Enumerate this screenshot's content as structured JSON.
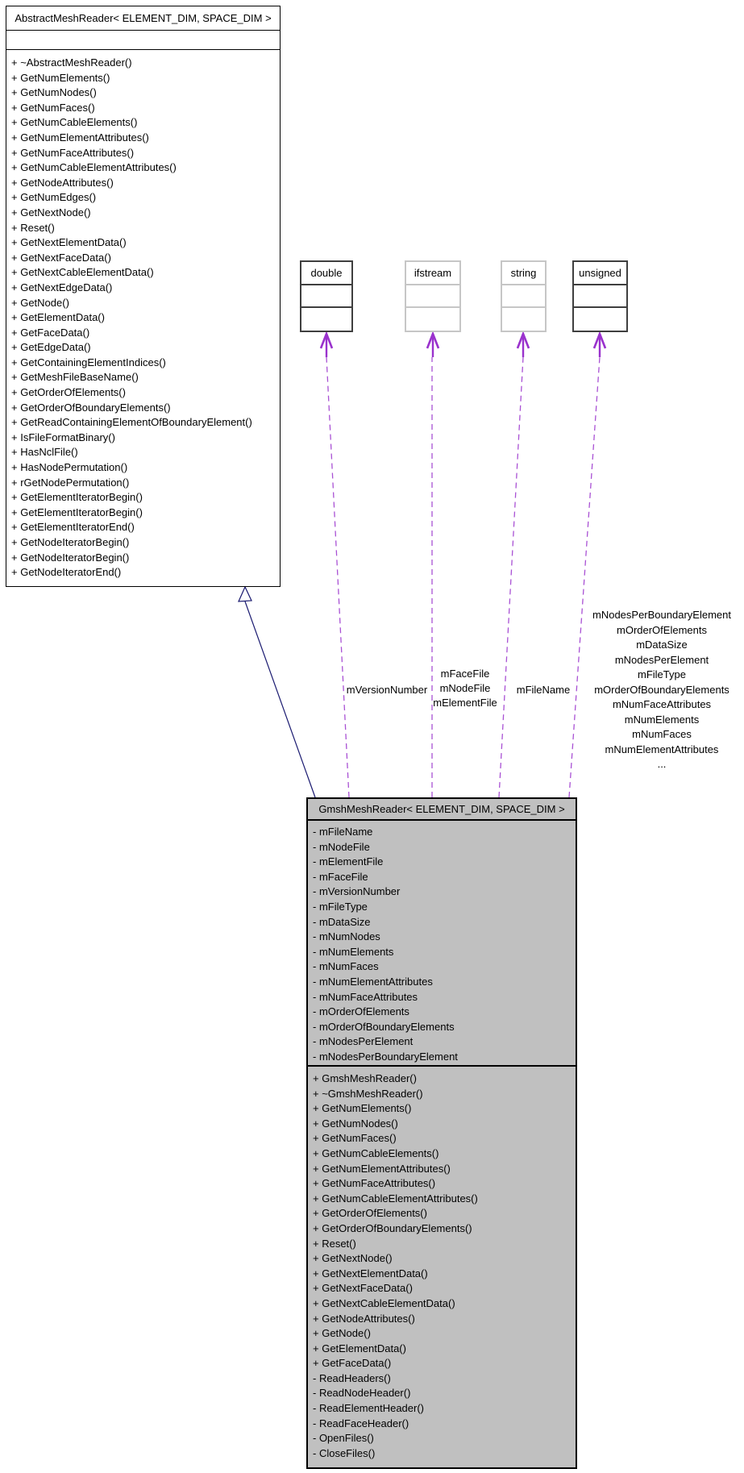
{
  "diagram": {
    "abstract_reader": {
      "title": "AbstractMeshReader< ELEMENT_DIM, SPACE_DIM >",
      "methods": [
        "+ ~AbstractMeshReader()",
        "+ GetNumElements()",
        "+ GetNumNodes()",
        "+ GetNumFaces()",
        "+ GetNumCableElements()",
        "+ GetNumElementAttributes()",
        "+ GetNumFaceAttributes()",
        "+ GetNumCableElementAttributes()",
        "+ GetNodeAttributes()",
        "+ GetNumEdges()",
        "+ GetNextNode()",
        "+ Reset()",
        "+ GetNextElementData()",
        "+ GetNextFaceData()",
        "+ GetNextCableElementData()",
        "+ GetNextEdgeData()",
        "+ GetNode()",
        "+ GetElementData()",
        "+ GetFaceData()",
        "+ GetEdgeData()",
        "+ GetContainingElementIndices()",
        "+ GetMeshFileBaseName()",
        "+ GetOrderOfElements()",
        "+ GetOrderOfBoundaryElements()",
        "+ GetReadContainingElementOfBoundaryElement()",
        "+ IsFileFormatBinary()",
        "+ HasNclFile()",
        "+ HasNodePermutation()",
        "+ rGetNodePermutation()",
        "+ GetElementIteratorBegin()",
        "+ GetElementIteratorBegin()",
        "+ GetElementIteratorEnd()",
        "+ GetNodeIteratorBegin()",
        "+ GetNodeIteratorBegin()",
        "+ GetNodeIteratorEnd()"
      ]
    },
    "primitives": [
      {
        "title": "double"
      },
      {
        "title": "ifstream"
      },
      {
        "title": "string"
      },
      {
        "title": "unsigned"
      }
    ],
    "gmsh_reader": {
      "title": "GmshMeshReader< ELEMENT_DIM, SPACE_DIM >",
      "attributes": [
        "- mFileName",
        "- mNodeFile",
        "- mElementFile",
        "- mFaceFile",
        "- mVersionNumber",
        "- mFileType",
        "- mDataSize",
        "- mNumNodes",
        "- mNumElements",
        "- mNumFaces",
        "- mNumElementAttributes",
        "- mNumFaceAttributes",
        "- mOrderOfElements",
        "- mOrderOfBoundaryElements",
        "- mNodesPerElement",
        "- mNodesPerBoundaryElement"
      ],
      "methods": [
        "+ GmshMeshReader()",
        "+ ~GmshMeshReader()",
        "+ GetNumElements()",
        "+ GetNumNodes()",
        "+ GetNumFaces()",
        "+ GetNumCableElements()",
        "+ GetNumElementAttributes()",
        "+ GetNumFaceAttributes()",
        "+ GetNumCableElementAttributes()",
        "+ GetOrderOfElements()",
        "+ GetOrderOfBoundaryElements()",
        "+ Reset()",
        "+ GetNextNode()",
        "+ GetNextElementData()",
        "+ GetNextFaceData()",
        "+ GetNextCableElementData()",
        "+ GetNodeAttributes()",
        "+ GetNode()",
        "+ GetElementData()",
        "+ GetFaceData()",
        "- ReadHeaders()",
        "- ReadNodeHeader()",
        "- ReadElementHeader()",
        "- ReadFaceHeader()",
        "- OpenFiles()",
        "- CloseFiles()"
      ]
    },
    "edge_labels": {
      "version": "mVersionNumber",
      "files": [
        "mFaceFile",
        "mNodeFile",
        "mElementFile"
      ],
      "filename": "mFileName",
      "unsigned_members": [
        "mNodesPerBoundaryElement",
        "mOrderOfElements",
        "mDataSize",
        "mNodesPerElement",
        "mFileType",
        "mOrderOfBoundaryElements",
        "mNumFaceAttributes",
        "mNumElements",
        "mNumFaces",
        "mNumElementAttributes",
        "..."
      ]
    },
    "colors": {
      "inheritance_edge": "#191970",
      "usage_edge": "#9a32cd",
      "filled_node": "#c0c0c0",
      "light_node_border": "#c6c6c6",
      "dark_node_border": "#3f3f3f"
    }
  }
}
